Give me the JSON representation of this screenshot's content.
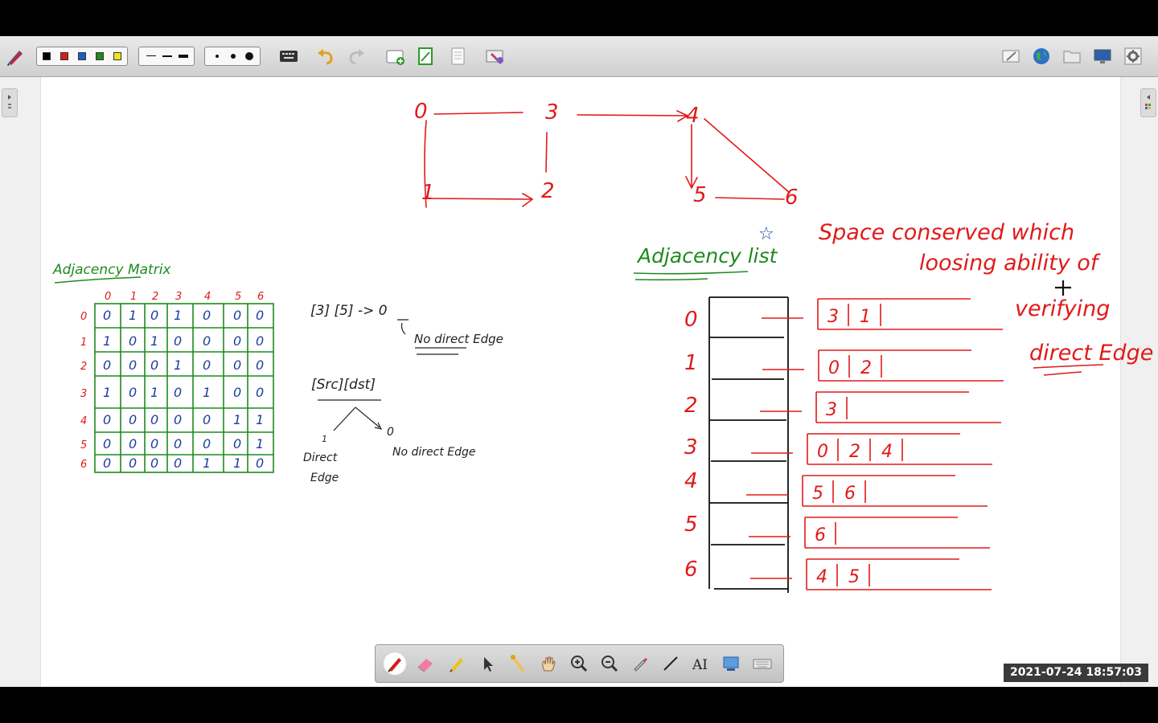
{
  "timestamp": "2021-07-24  18:57:03",
  "toolbar": {
    "colors": [
      "#000000",
      "#e01a1a",
      "#1d5fbf",
      "#1f8a1f",
      "#f2e418"
    ],
    "icons": [
      "pen-settings-icon",
      "keyboard-icon",
      "undo-icon",
      "redo-icon",
      "new-page-icon",
      "insert-page-icon",
      "page-icon",
      "screen-capture-icon",
      "edit-icon",
      "globe-icon",
      "folder-icon",
      "display-icon",
      "settings-icon"
    ]
  },
  "graph": {
    "nodes": [
      "0",
      "3",
      "4",
      "1",
      "2",
      "5",
      "6"
    ]
  },
  "matrix": {
    "title": "Adjacency Matrix",
    "col_headers": [
      "0",
      "1",
      "2",
      "3",
      "4",
      "5",
      "6"
    ],
    "row_headers": [
      "0",
      "1",
      "2",
      "3",
      "4",
      "5",
      "6"
    ],
    "rows": [
      [
        "0",
        "1",
        "0",
        "1",
        "0",
        "0",
        "0"
      ],
      [
        "1",
        "0",
        "1",
        "0",
        "0",
        "0",
        "0"
      ],
      [
        "0",
        "0",
        "0",
        "1",
        "0",
        "0",
        "0"
      ],
      [
        "1",
        "0",
        "1",
        "0",
        "1",
        "0",
        "0"
      ],
      [
        "0",
        "0",
        "0",
        "0",
        "0",
        "1",
        "1"
      ],
      [
        "0",
        "0",
        "0",
        "0",
        "0",
        "0",
        "1"
      ],
      [
        "0",
        "0",
        "0",
        "0",
        "1",
        "1",
        "0"
      ]
    ]
  },
  "notes": {
    "lookup": "[3] [5] -> 0",
    "no_direct": "No direct Edge",
    "src_dst": "[Src][dst]",
    "one": "1",
    "zero": "0",
    "direct_edge_1": "Direct",
    "direct_edge_2": "Edge",
    "no_direct_2": "No direct Edge"
  },
  "adjlist": {
    "title": "Adjacency list",
    "star": "☆",
    "indices": [
      "0",
      "1",
      "2",
      "3",
      "4",
      "5",
      "6"
    ],
    "lists": [
      [
        "3",
        "1"
      ],
      [
        "0",
        "2"
      ],
      [
        "3"
      ],
      [
        "0",
        "2",
        "4"
      ],
      [
        "5",
        "6"
      ],
      [
        "6"
      ],
      [
        "4",
        "5"
      ]
    ],
    "comment_lines": [
      "Space conserved which",
      "loosing ability of",
      "verifying",
      "direct Edge"
    ]
  },
  "pen_toolbar": {
    "tools": [
      "pen-icon",
      "eraser-icon",
      "highlighter-icon",
      "pointer-icon",
      "laser-pointer-icon",
      "pan-hand-icon",
      "zoom-in-icon",
      "zoom-out-icon",
      "eyedropper-icon",
      "line-icon",
      "text-icon",
      "screenshot-icon",
      "keyboard-icon"
    ],
    "text_tool_label": "AI"
  }
}
